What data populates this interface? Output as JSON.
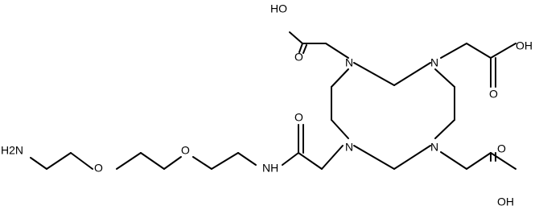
{
  "atoms": {
    "ho_top": "HO",
    "o_top": "O",
    "n1": "N",
    "n2": "N",
    "oh_top_right": "OH",
    "o_top_right": "O",
    "o_amide": "O",
    "h2n": "H2N",
    "ether_o1": "O",
    "ether_o2": "O",
    "nh_amide": "NH",
    "n3": "N",
    "n4": "N",
    "o_bottom_right": "O",
    "oh_bottom_right": "OH"
  }
}
